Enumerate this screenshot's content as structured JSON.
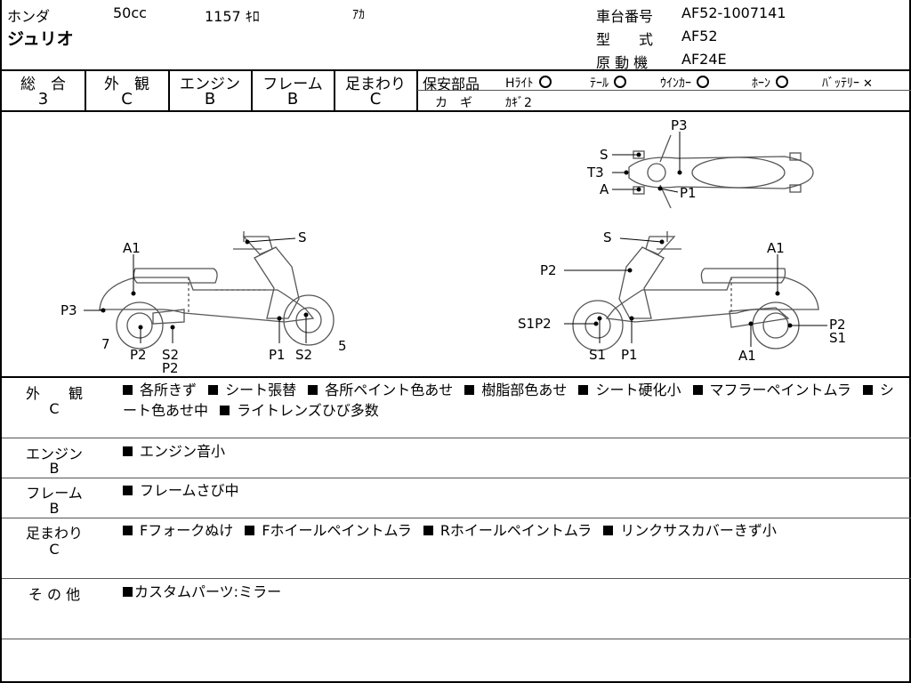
{
  "header": {
    "maker": "ホンダ",
    "displacement": "50cc",
    "mileage": "1157 ｷﾛ",
    "color": "ｱｶ",
    "model_name": "ジュリオ",
    "frame_no_label": "車台番号",
    "frame_no": "AF52-1007141",
    "type_label": "型　　式",
    "type": "AF52",
    "engine_label": "原 動 機",
    "engine": "AF24E"
  },
  "grades": [
    {
      "label": "総　合",
      "value": "3"
    },
    {
      "label": "外　観",
      "value": "C"
    },
    {
      "label": "エンジン",
      "value": "B"
    },
    {
      "label": "フレーム",
      "value": "B"
    },
    {
      "label": "足まわり",
      "value": "C"
    }
  ],
  "safety": {
    "title": "保安部品",
    "items": [
      {
        "label": "Hﾗｲﾄ",
        "mark": "circle"
      },
      {
        "label": "ﾃｰﾙ",
        "mark": "circle"
      },
      {
        "label": "ｳｲﾝｶｰ",
        "mark": "circle"
      },
      {
        "label": "ﾎｰﾝ",
        "mark": "circle"
      },
      {
        "label": "ﾊﾞｯﾃﾘｰ",
        "mark": "x"
      }
    ],
    "key_label": "カ　ギ",
    "key_value": "ｶｷﾞ2"
  },
  "diagram": {
    "left_labels": [
      "A1",
      "P3",
      "7",
      "P2",
      "S2",
      "P2",
      "S",
      "P1",
      "S2",
      "5"
    ],
    "right_labels": [
      "S",
      "A1",
      "P2",
      "S1P2",
      "S1",
      "P1",
      "P2",
      "S1",
      "A1"
    ],
    "top_labels": [
      "P3",
      "S",
      "T3",
      "A",
      "P1"
    ]
  },
  "details": [
    {
      "label": "外　　観",
      "grade": "C",
      "items": [
        "各所きず",
        "シート張替",
        "各所ペイント色あせ",
        "樹脂部色あせ",
        "シート硬化小",
        "マフラーペイントムラ",
        "シート色あせ中",
        "ライトレンズひび多数"
      ]
    },
    {
      "label": "エンジン",
      "grade": "B",
      "items": [
        "エンジン音小"
      ]
    },
    {
      "label": "フレーム",
      "grade": "B",
      "items": [
        "フレームさび中"
      ]
    },
    {
      "label": "足まわり",
      "grade": "C",
      "items": [
        "Fフォークぬけ",
        "Fホイールペイントムラ",
        "Rホイールペイントムラ",
        "リンクサスカバーきず小"
      ]
    },
    {
      "label": "そ の 他",
      "grade": "",
      "items": [
        "カスタムパーツ:ミラー"
      ]
    }
  ]
}
